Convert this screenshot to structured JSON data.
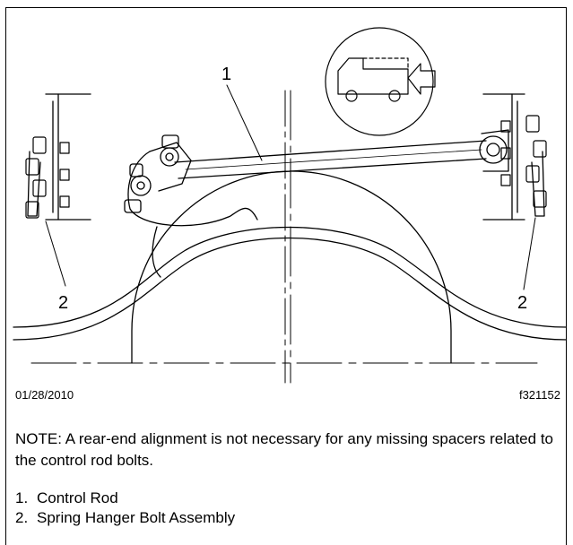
{
  "figure": {
    "callouts": {
      "rod": "1",
      "left_hanger": "2",
      "right_hanger": "2"
    },
    "date": "01/28/2010",
    "figure_id": "f321152"
  },
  "note": "NOTE: A rear-end alignment is not necessary for any missing spacers related to the control rod bolts.",
  "legend": [
    {
      "num": "1.",
      "label": "Control Rod"
    },
    {
      "num": "2.",
      "label": "Spring Hanger Bolt Assembly"
    }
  ],
  "colors": {
    "line": "#000000",
    "background": "#ffffff"
  },
  "icons": [
    "vehicle-direction-icon",
    "arrow-left-icon"
  ]
}
